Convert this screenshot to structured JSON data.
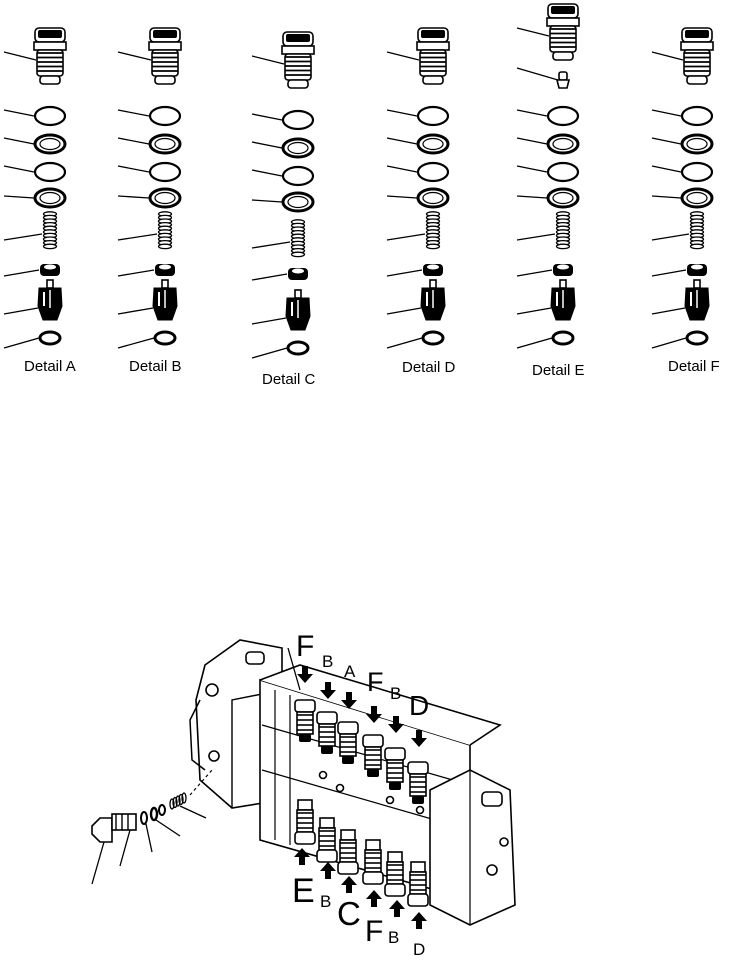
{
  "details": [
    {
      "id": "A",
      "label": "Detail  A",
      "parts": [
        "plug",
        "oring",
        "backup-ring",
        "oring",
        "backup-ring",
        "spring",
        "retainer",
        "valve",
        "seat"
      ]
    },
    {
      "id": "B",
      "label": "Detail  B",
      "parts": [
        "plug",
        "oring",
        "backup-ring",
        "oring",
        "backup-ring",
        "spring",
        "retainer",
        "valve",
        "seat"
      ]
    },
    {
      "id": "C",
      "label": "Detail  C",
      "parts": [
        "plug",
        "oring",
        "backup-ring",
        "oring",
        "backup-ring",
        "spring",
        "retainer",
        "valve",
        "seat"
      ]
    },
    {
      "id": "D",
      "label": "Detail  D",
      "parts": [
        "plug",
        "oring",
        "backup-ring",
        "oring",
        "backup-ring",
        "spring",
        "retainer",
        "valve",
        "seat"
      ]
    },
    {
      "id": "E",
      "label": "Detail  E",
      "parts": [
        "plug",
        "poppet",
        "oring",
        "backup-ring",
        "oring",
        "backup-ring",
        "spring",
        "retainer",
        "valve",
        "seat"
      ]
    },
    {
      "id": "F",
      "label": "Detail  F",
      "parts": [
        "plug",
        "oring",
        "backup-ring",
        "oring",
        "backup-ring",
        "spring",
        "retainer",
        "valve",
        "seat"
      ]
    }
  ],
  "assembly": {
    "top_ports": [
      "F",
      "B",
      "A",
      "F",
      "B",
      "D"
    ],
    "bottom_ports": [
      "E",
      "B",
      "C",
      "F",
      "B",
      "D"
    ],
    "side_parts": [
      "plug",
      "oring",
      "backup-ring",
      "spring"
    ]
  }
}
